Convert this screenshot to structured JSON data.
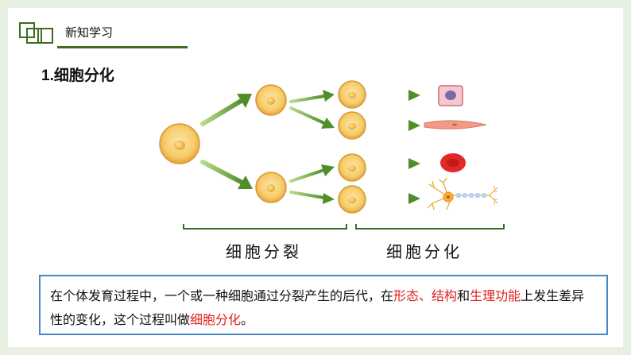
{
  "header": {
    "title": "新知学习"
  },
  "section": {
    "title": "1.细胞分化"
  },
  "diagram": {
    "label_division": "细胞分裂",
    "label_differentiation": "细胞分化"
  },
  "definition": {
    "part1": "在个体发育过程中，一个或一种细胞通过分裂产生的后代，在",
    "hl1": "形态",
    "sep1": "、",
    "hl2": "结构",
    "part2": "和",
    "hl3": "生理功能",
    "part3": "上发生差异性的变化，这个过程叫做",
    "hl4": "细胞分化",
    "part4": "。"
  },
  "colors": {
    "accent_green": "#3e6b22",
    "arrow_green": "#5a9a32",
    "highlight_red": "#e02020",
    "box_border": "#4a86c8",
    "cell_fill": "#f7cf72"
  }
}
